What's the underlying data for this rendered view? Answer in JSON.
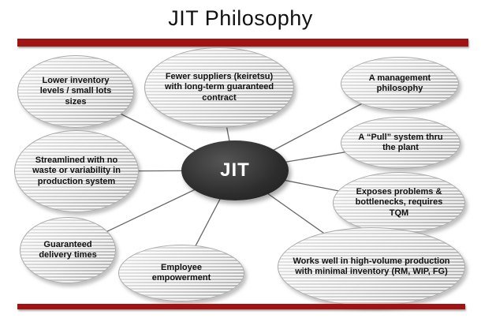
{
  "slide": {
    "title": "JIT Philosophy",
    "accent_color": "#a11212",
    "center": {
      "label": "JIT"
    },
    "nodes": [
      {
        "id": "lower-inventory",
        "label": "Lower inventory levels / small lots sizes"
      },
      {
        "id": "fewer-suppliers",
        "label": "Fewer suppliers (keiretsu) with long-term guaranteed contract"
      },
      {
        "id": "management-philosophy",
        "label": "A management philosophy"
      },
      {
        "id": "pull-system",
        "label": "A “Pull” system thru the plant"
      },
      {
        "id": "exposes-problems",
        "label": "Exposes problems & bottlenecks, requires TQM"
      },
      {
        "id": "works-well",
        "label": "Works well in high-volume production with minimal inventory (RM, WIP, FG)"
      },
      {
        "id": "employee-empowerment",
        "label": "Employee empowerment"
      },
      {
        "id": "guaranteed-delivery",
        "label": "Guaranteed delivery times"
      },
      {
        "id": "streamlined",
        "label": "Streamlined with no waste or variability in production system"
      }
    ]
  }
}
